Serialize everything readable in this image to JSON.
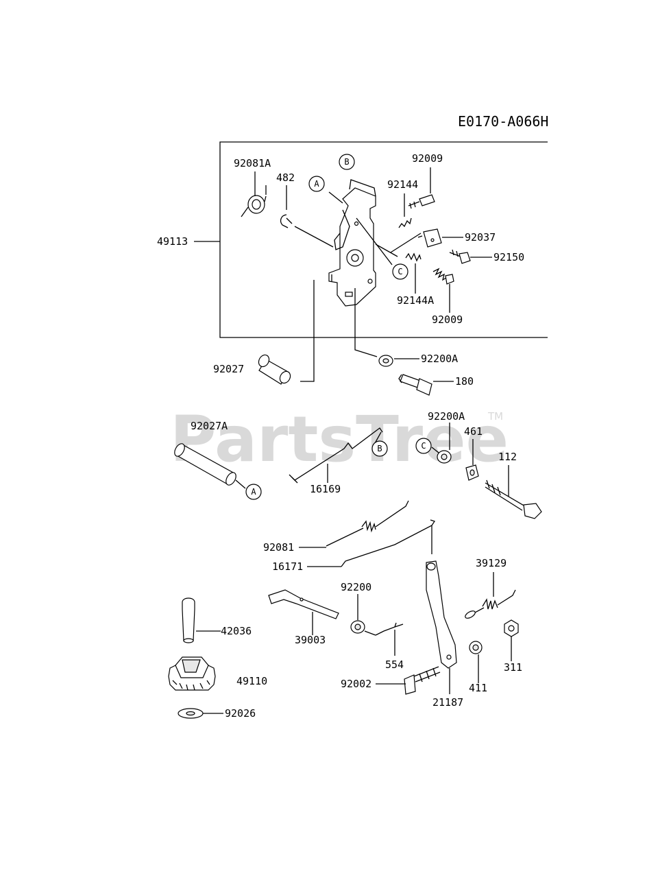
{
  "diagram_code": "E0170-A066H",
  "watermark": {
    "text": "PartsTree",
    "tm": "TM"
  },
  "part_labels": {
    "p49113": "49113",
    "p92081A": "92081A",
    "p482": "482",
    "p92009_top": "92009",
    "p92144": "92144",
    "p92037": "92037",
    "p92150": "92150",
    "p92144A": "92144A",
    "p92009_bottom": "92009",
    "p92027": "92027",
    "p92200A_top": "92200A",
    "p180": "180",
    "p92027A": "92027A",
    "p16169": "16169",
    "p92200A_mid": "92200A",
    "p461": "461",
    "p112": "112",
    "p92081": "92081",
    "p16171": "16171",
    "p39129": "39129",
    "p92200": "92200",
    "p39003": "39003",
    "p554": "554",
    "p42036": "42036",
    "p49110": "49110",
    "p311": "311",
    "p411": "411",
    "p92002": "92002",
    "p21187": "21187",
    "p92026": "92026"
  },
  "callouts": {
    "a": "A",
    "b": "B",
    "c": "C"
  },
  "colors": {
    "line": "#000000",
    "watermark": "#d9d9d9",
    "background": "#ffffff"
  }
}
